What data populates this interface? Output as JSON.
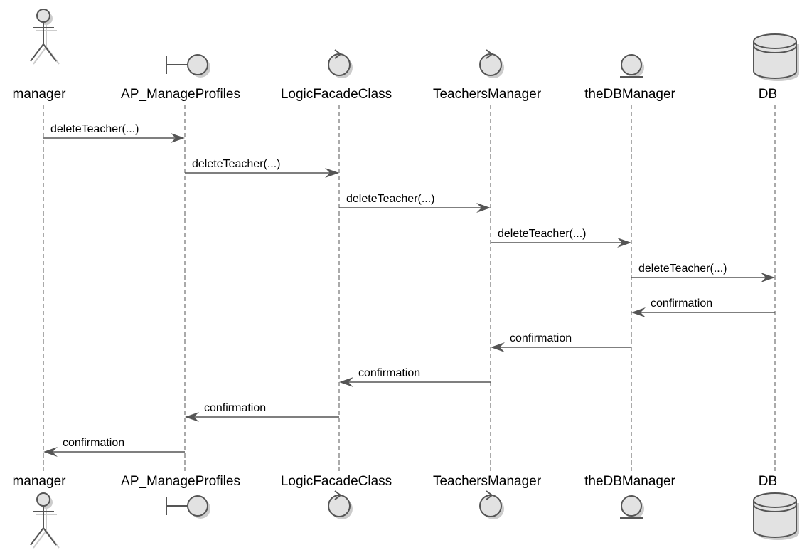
{
  "participants": [
    {
      "id": "manager",
      "name": "manager",
      "kind": "actor"
    },
    {
      "id": "ap",
      "name": "AP_ManageProfiles",
      "kind": "boundary"
    },
    {
      "id": "logic",
      "name": "LogicFacadeClass",
      "kind": "control"
    },
    {
      "id": "teachers",
      "name": "TeachersManager",
      "kind": "control"
    },
    {
      "id": "dbm",
      "name": "theDBManager",
      "kind": "entity"
    },
    {
      "id": "db",
      "name": "DB",
      "kind": "database"
    }
  ],
  "messages": [
    {
      "from": "manager",
      "to": "ap",
      "label": "deleteTeacher(...)"
    },
    {
      "from": "ap",
      "to": "logic",
      "label": "deleteTeacher(...)"
    },
    {
      "from": "logic",
      "to": "teachers",
      "label": "deleteTeacher(...)"
    },
    {
      "from": "teachers",
      "to": "dbm",
      "label": "deleteTeacher(...)"
    },
    {
      "from": "dbm",
      "to": "db",
      "label": "deleteTeacher(...)"
    },
    {
      "from": "db",
      "to": "dbm",
      "label": "confirmation"
    },
    {
      "from": "dbm",
      "to": "teachers",
      "label": "confirmation"
    },
    {
      "from": "teachers",
      "to": "logic",
      "label": "confirmation"
    },
    {
      "from": "logic",
      "to": "ap",
      "label": "confirmation"
    },
    {
      "from": "ap",
      "to": "manager",
      "label": "confirmation"
    }
  ]
}
